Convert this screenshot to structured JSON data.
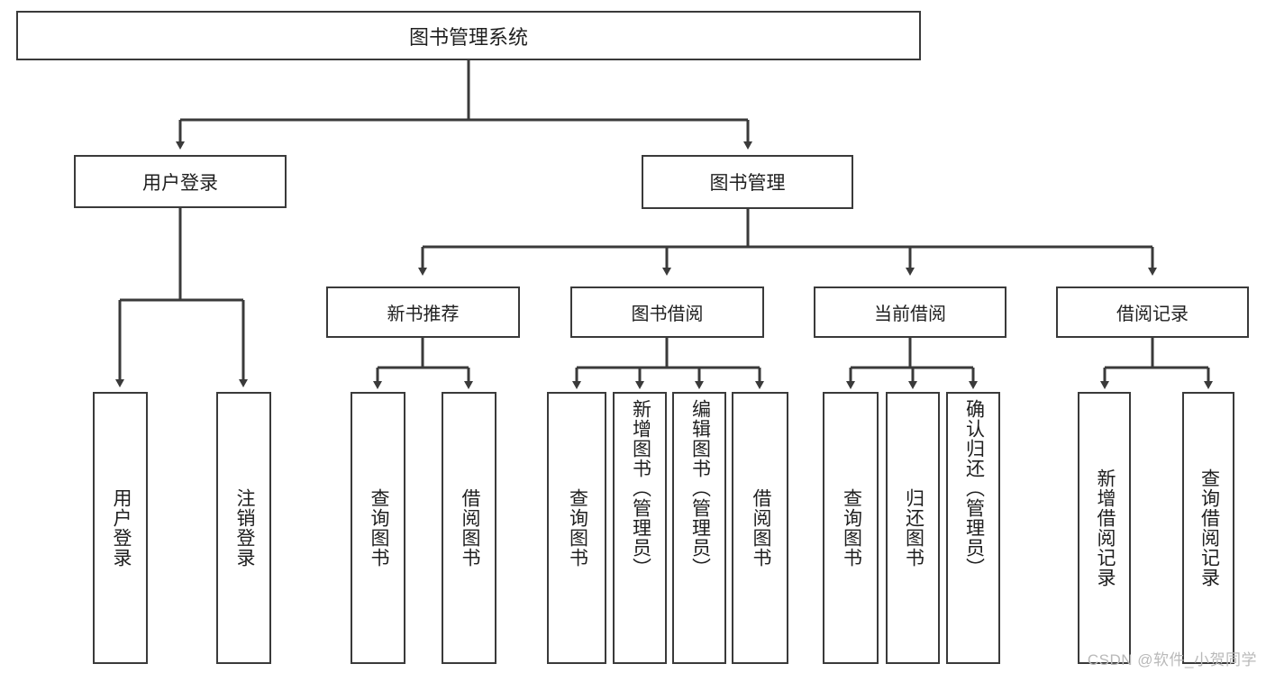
{
  "diagram": {
    "type": "tree-hierarchy-chart",
    "title": "图书管理系统",
    "watermark": "CSDN @软件_小贺同学",
    "colors": {
      "stroke": "#3a3a3a",
      "fill": "#ffffff",
      "text": "#1f1f1f",
      "watermark": "#b9b9b9"
    },
    "levels": {
      "root": {
        "label": "图书管理系统"
      },
      "level1": [
        {
          "id": "user-login",
          "label": "用户登录"
        },
        {
          "id": "book-manage",
          "label": "图书管理"
        }
      ],
      "level2": [
        {
          "id": "new-book-rec",
          "label": "新书推荐",
          "parent": "book-manage"
        },
        {
          "id": "book-borrow",
          "label": "图书借阅",
          "parent": "book-manage"
        },
        {
          "id": "current-borrow",
          "label": "当前借阅",
          "parent": "book-manage"
        },
        {
          "id": "borrow-record",
          "label": "借阅记录",
          "parent": "book-manage"
        }
      ],
      "leaves": [
        {
          "id": "leaf-user-login",
          "label": "用户登录",
          "parent": "user-login"
        },
        {
          "id": "leaf-logout",
          "label": "注销登录",
          "parent": "user-login"
        },
        {
          "id": "leaf-query-book-1",
          "label": "查询图书",
          "parent": "new-book-rec"
        },
        {
          "id": "leaf-borrow-book-1",
          "label": "借阅图书",
          "parent": "new-book-rec"
        },
        {
          "id": "leaf-query-book-2",
          "label": "查询图书",
          "parent": "book-borrow"
        },
        {
          "id": "leaf-add-book",
          "label": "新增图书（管理员）",
          "parent": "book-borrow"
        },
        {
          "id": "leaf-edit-book",
          "label": "编辑图书（管理员）",
          "parent": "book-borrow"
        },
        {
          "id": "leaf-borrow-book-2",
          "label": "借阅图书",
          "parent": "book-borrow"
        },
        {
          "id": "leaf-query-book-3",
          "label": "查询图书",
          "parent": "current-borrow"
        },
        {
          "id": "leaf-return-book",
          "label": "归还图书",
          "parent": "current-borrow"
        },
        {
          "id": "leaf-confirm-return",
          "label": "确认归还（管理员）",
          "parent": "current-borrow"
        },
        {
          "id": "leaf-add-record",
          "label": "新增借阅记录",
          "parent": "borrow-record"
        },
        {
          "id": "leaf-query-record",
          "label": "查询借阅记录",
          "parent": "borrow-record"
        }
      ]
    }
  }
}
